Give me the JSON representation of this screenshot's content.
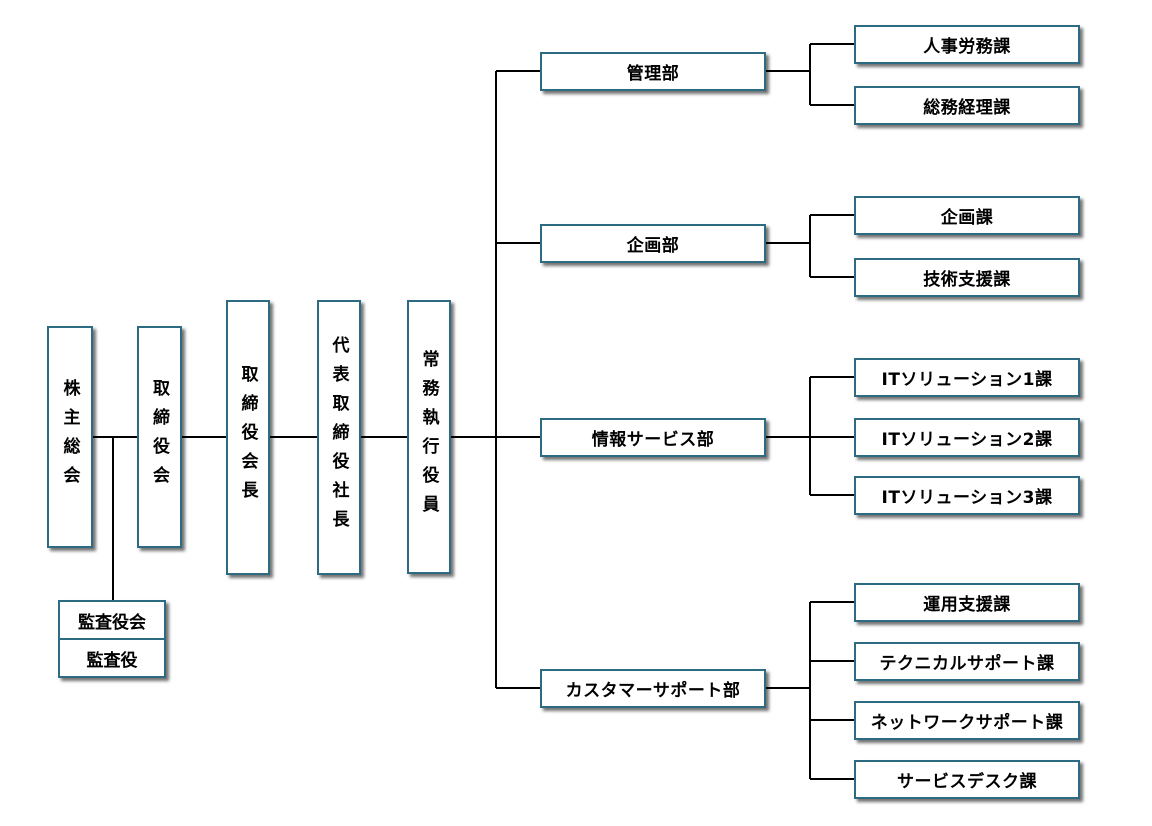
{
  "executives": {
    "shareholders": "株主総会",
    "board": "取締役会",
    "chairman": "取締役会長",
    "president": "代表取締役社長",
    "managing": "常務執行役員"
  },
  "audit": {
    "board_label": "監査役会",
    "auditor_label": "監査役"
  },
  "departments": [
    {
      "label": "管理部",
      "sections": [
        "人事労務課",
        "総務経理課"
      ]
    },
    {
      "label": "企画部",
      "sections": [
        "企画課",
        "技術支援課"
      ]
    },
    {
      "label": "情報サービス部",
      "sections": [
        "ITソリューション1課",
        "ITソリューション2課",
        "ITソリューション3課"
      ]
    },
    {
      "label": "カスタマーサポート部",
      "sections": [
        "運用支援課",
        "テクニカルサポート課",
        "ネットワークサポート課",
        "サービスデスク課"
      ]
    }
  ],
  "colors": {
    "border": "#2d6b83",
    "line": "#000000",
    "shadow": "rgba(0,0,0,0.55)"
  }
}
